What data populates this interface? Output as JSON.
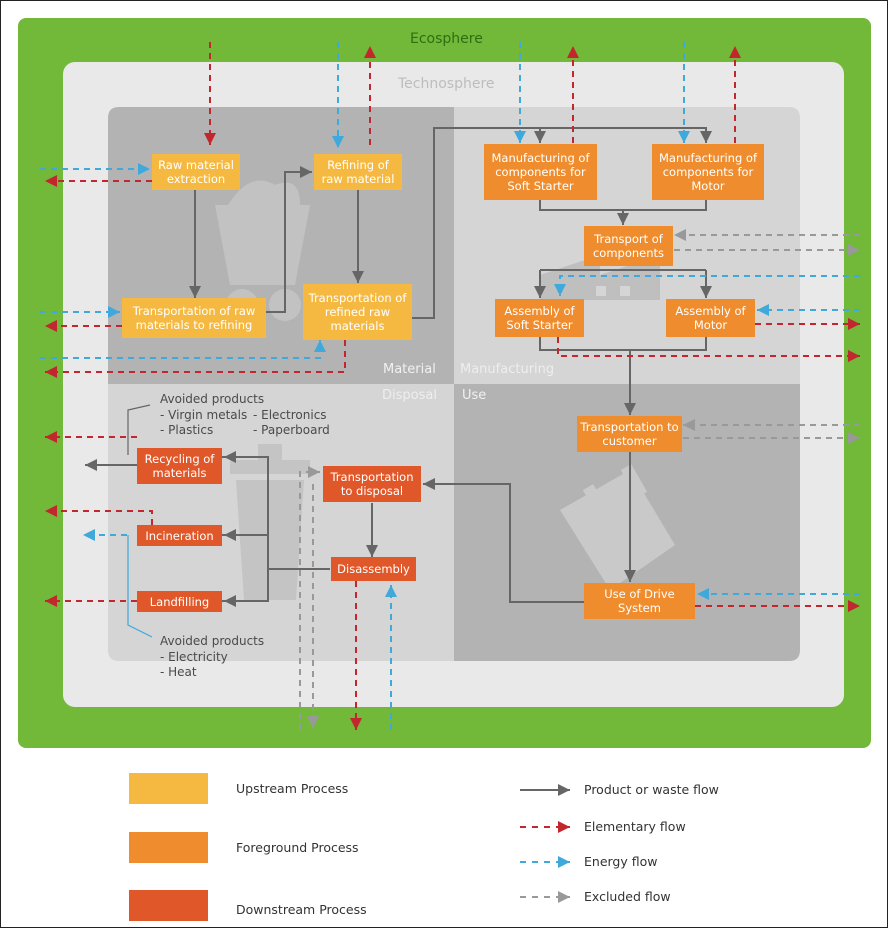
{
  "zones": {
    "ecosphere": "Ecosphere",
    "technosphere": "Technosphere",
    "material": "Material",
    "manufacturing": "Manufacturing",
    "disposal": "Disposal",
    "use": "Use"
  },
  "processes": {
    "raw_material_extraction": "Raw material extraction",
    "refining_raw_material": "Refining of raw material",
    "transport_raw_to_refining": "Transportation of raw materials to refining",
    "transport_refined_raw": "Transportation of refined raw materials",
    "mfg_soft_starter": "Manufacturing of components for Soft Starter",
    "mfg_motor": "Manufacturing of components for Motor",
    "transport_components": "Transport of components",
    "assembly_soft_starter": "Assembly of Soft Starter",
    "assembly_motor": "Assembly of Motor",
    "transport_customer": "Transportation to customer",
    "use_drive_system": "Use of Drive System",
    "transport_disposal": "Transportation to disposal",
    "disassembly": "Disassembly",
    "recycling": "Recycling of materials",
    "incineration": "Incineration",
    "landfilling": "Landfilling"
  },
  "notes": {
    "avoided_recycling_title": "Avoided products",
    "avoided_recycling_col1": "- Virgin metals\n- Plastics",
    "avoided_recycling_col2": "- Electronics\n- Paperboard",
    "avoided_incineration_title": "Avoided products",
    "avoided_incineration_items": "- Electricity\n- Heat"
  },
  "legend": {
    "upstream": "Upstream Process",
    "foreground": "Foreground Process",
    "downstream": "Downstream Process",
    "product_flow": "Product or waste flow",
    "elementary_flow": "Elementary flow",
    "energy_flow": "Energy flow",
    "excluded_flow": "Excluded flow"
  },
  "colors": {
    "ecosphere": "#72b839",
    "technosphere": "#e9e9e9",
    "zone_dark": "#b3b3b3",
    "zone_light": "#d5d5d5",
    "upstream": "#f5b942",
    "foreground": "#ef8d2e",
    "downstream": "#e0582a",
    "product_flow": "#666666",
    "elementary_flow": "#c1272d",
    "energy_flow": "#3fa9dc",
    "excluded_flow": "#999999"
  }
}
